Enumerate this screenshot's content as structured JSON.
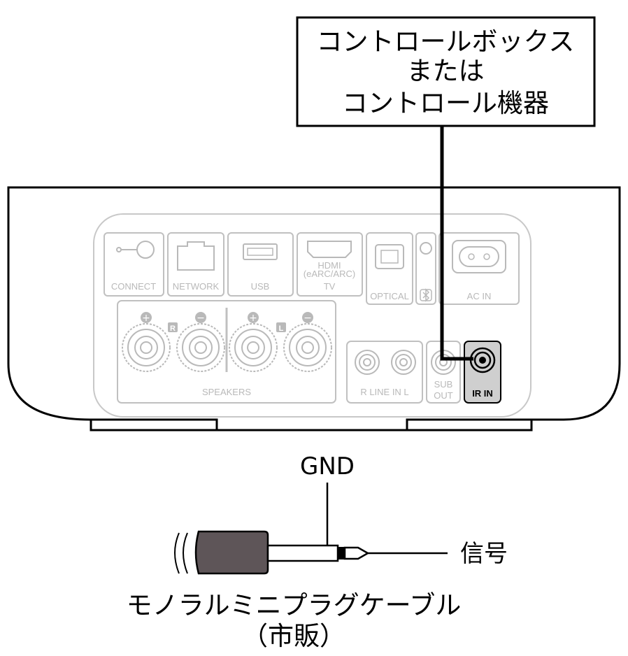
{
  "control_box": {
    "line1": "コントロールボックス",
    "line2": "または",
    "line3": "コントロール機器"
  },
  "panel": {
    "connect": "CONNECT",
    "network": "NETWORK",
    "usb": "USB",
    "hdmi_line1": "HDMI",
    "hdmi_line2": "(eARC/ARC)",
    "hdmi_line3": "TV",
    "optical": "OPTICAL",
    "ac_in": "AC IN",
    "speakers": "SPEAKERS",
    "speaker_r": "R",
    "speaker_l": "L",
    "line_in": "R LINE IN L",
    "sub_line1": "SUB",
    "sub_line2": "OUT",
    "ir_in": "IR IN"
  },
  "plug": {
    "gnd_label": "GND",
    "signal_label": "信号",
    "caption_line1": "モノラルミニプラグケーブル",
    "caption_line2": "（市販）"
  },
  "colors": {
    "panel_gray": "#b9b9b9",
    "ir_highlight": "#cfcfcf",
    "plug_body": "#5e5558"
  }
}
